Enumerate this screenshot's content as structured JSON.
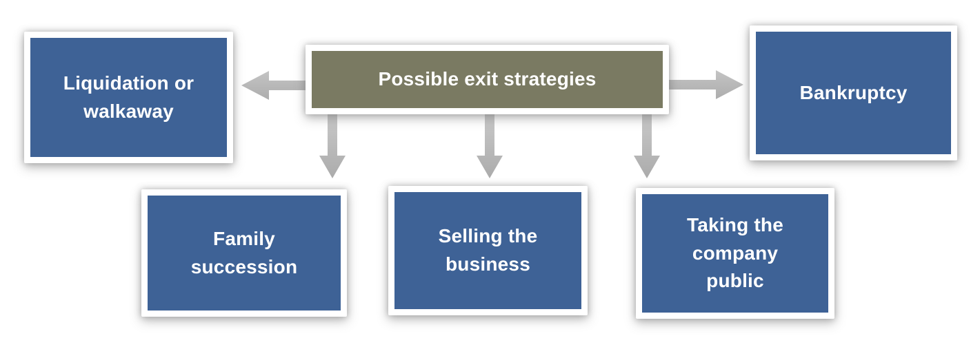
{
  "diagram": {
    "center": {
      "id": "possible-exit-strategies",
      "lines": [
        "Possible exit strategies"
      ]
    },
    "nodes": [
      {
        "id": "liquidation-or-walkaway",
        "lines": [
          "Liquidation or",
          "walkaway"
        ]
      },
      {
        "id": "bankruptcy",
        "lines": [
          "Bankruptcy"
        ]
      },
      {
        "id": "family-succession",
        "lines": [
          "Family",
          "succession"
        ]
      },
      {
        "id": "selling-the-business",
        "lines": [
          "Selling the",
          "business"
        ]
      },
      {
        "id": "taking-the-company-public",
        "lines": [
          "Taking the",
          "company",
          "public"
        ]
      }
    ],
    "connections": [
      {
        "from": "possible-exit-strategies",
        "to": "liquidation-or-walkaway",
        "direction": "left"
      },
      {
        "from": "possible-exit-strategies",
        "to": "bankruptcy",
        "direction": "right"
      },
      {
        "from": "possible-exit-strategies",
        "to": "family-succession",
        "direction": "down"
      },
      {
        "from": "possible-exit-strategies",
        "to": "selling-the-business",
        "direction": "down"
      },
      {
        "from": "possible-exit-strategies",
        "to": "taking-the-company-public",
        "direction": "down"
      }
    ],
    "colors": {
      "center_box": "#7a7a62",
      "node_box": "#3e6296",
      "arrow": "#b9b9b9",
      "box_frame": "#ffffff",
      "text": "#ffffff",
      "background": "#ffffff"
    }
  }
}
